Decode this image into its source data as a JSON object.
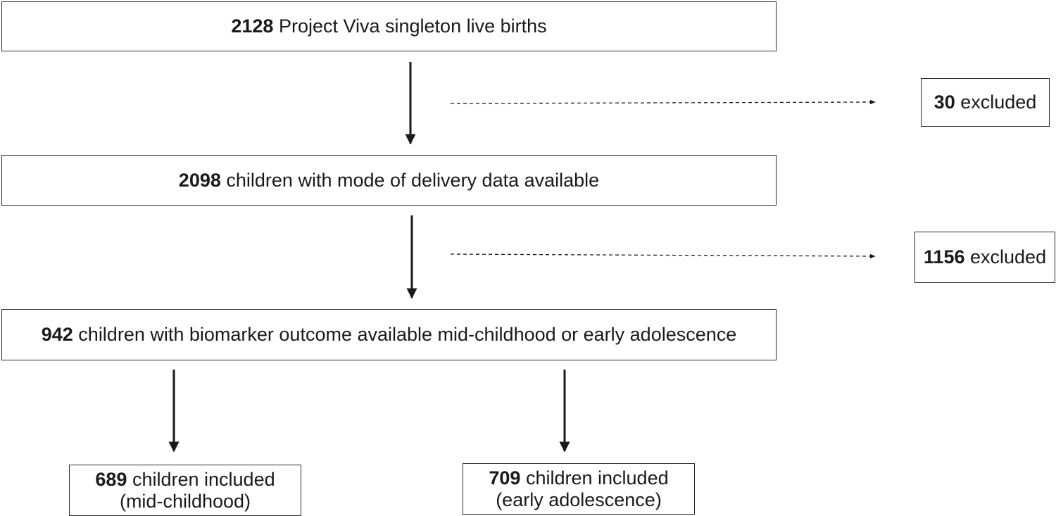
{
  "boxes": {
    "births": {
      "count": "2128",
      "text": "Project Viva singleton live births"
    },
    "excluded_1": {
      "count": "30",
      "text": "excluded"
    },
    "delivery": {
      "count": "2098",
      "text": "children with mode of delivery data available"
    },
    "excluded_2": {
      "count": "1156",
      "text": "excluded"
    },
    "biomarker": {
      "count": "942",
      "text": "children with biomarker outcome available mid-childhood or early adolescence"
    },
    "mid_childhood": {
      "count": "689",
      "text": "children included",
      "subtext": "(mid-childhood)"
    },
    "early_adolescence": {
      "count": "709",
      "text": "children included",
      "subtext": "(early adolescence)"
    }
  }
}
